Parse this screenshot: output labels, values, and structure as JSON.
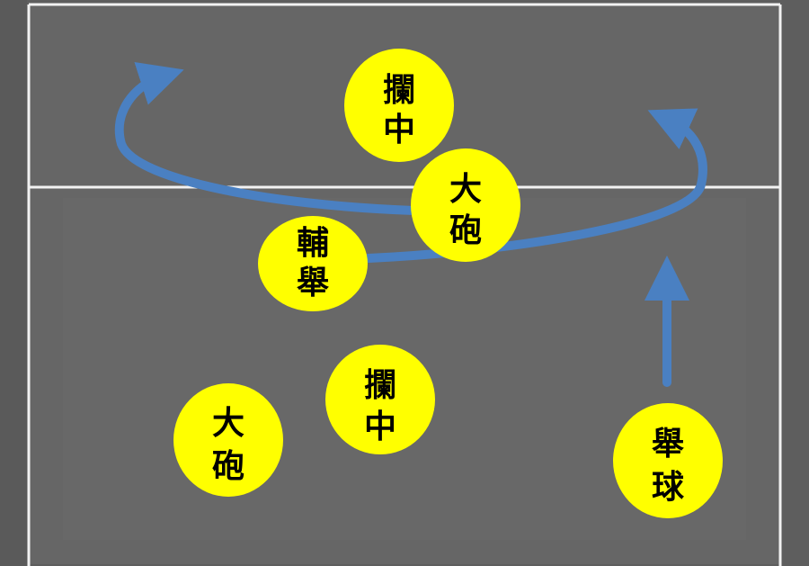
{
  "diagram": {
    "colors": {
      "court": "#666666",
      "line": "#f2f2f2",
      "player": "#ffff00",
      "arrow": "#4a80c2"
    },
    "players": [
      {
        "id": "front-middle-blocker",
        "line1": "攔",
        "line2": "中"
      },
      {
        "id": "front-opposite",
        "line1": "大",
        "line2": "砲"
      },
      {
        "id": "front-setter-assist",
        "line1": "輔",
        "line2": "舉"
      },
      {
        "id": "back-middle-blocker",
        "line1": "攔",
        "line2": "中"
      },
      {
        "id": "back-opposite",
        "line1": "大",
        "line2": "砲"
      },
      {
        "id": "setter",
        "line1": "舉",
        "line2": "球"
      }
    ]
  }
}
